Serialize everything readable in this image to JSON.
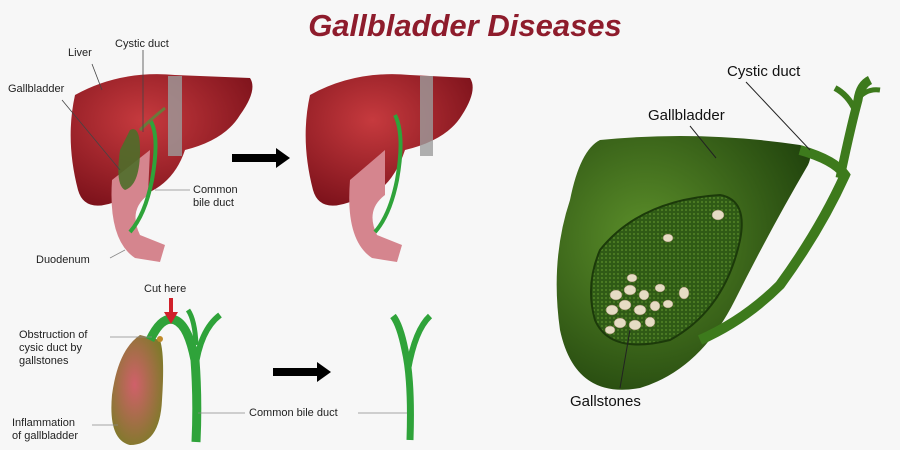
{
  "title": "Gallbladder Diseases",
  "top_left_labels": {
    "liver": "Liver",
    "cystic_duct": "Cystic duct",
    "gallbladder": "Gallbladder",
    "common_bile_duct": "Common\nbile duct",
    "duodenum": "Duodenum"
  },
  "bottom_left_labels": {
    "cut_here": "Cut here",
    "obstruction": "Obstruction of\ncysic duct by\ngallstones",
    "inflammation": "Inflammation\nof gallbladder",
    "common_bile_duct": "Common bile duct"
  },
  "right_labels": {
    "cystic_duct": "Cystic duct",
    "gallbladder": "Gallbladder",
    "gallstones": "Gallstones"
  },
  "colors": {
    "title": "#8e1c2c",
    "liver": "#a3202a",
    "duct": "#2f9a2f",
    "gallbladder": "#3f6e1c",
    "arrow": "#000000",
    "cut_arrow": "#d0202a"
  }
}
